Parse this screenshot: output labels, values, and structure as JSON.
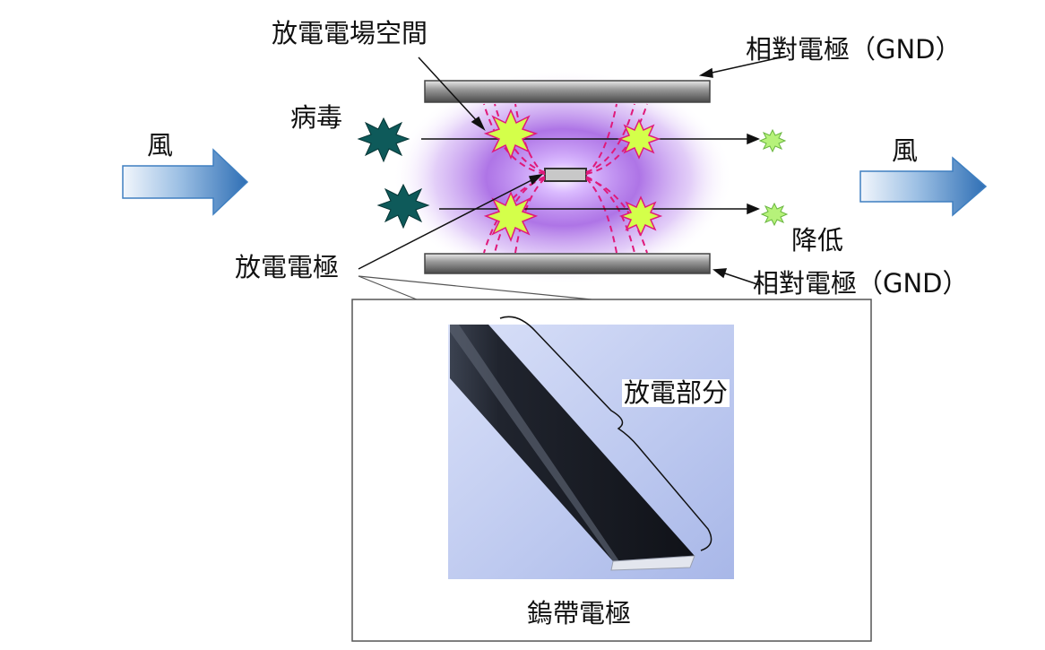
{
  "labels": {
    "discharge_space": "放電電場空間",
    "counter_top": "相對電極（GND）",
    "virus": "病毒",
    "wind_in": "風",
    "wind_out": "風",
    "reduced": "降低",
    "discharge_electrode": "放電電極",
    "counter_bottom": "相對電極（GND）",
    "discharge_part": "放電部分",
    "tungsten_electrode": "鎢帶電極"
  },
  "icons": {
    "wind_arrow": "arrow-right-icon",
    "virus": "virus-icon",
    "spark": "spark-icon"
  },
  "colors": {
    "plasma": "#8a3fd6",
    "field_lines": "#e0197a",
    "virus_active": "#0e5a5a",
    "virus_reduced": "#b6f27a",
    "spark": "#d4ff4a",
    "arrow": "#3f7fc0",
    "photo_bg": "#b9c6ee",
    "electrode": "#1a1c24"
  }
}
